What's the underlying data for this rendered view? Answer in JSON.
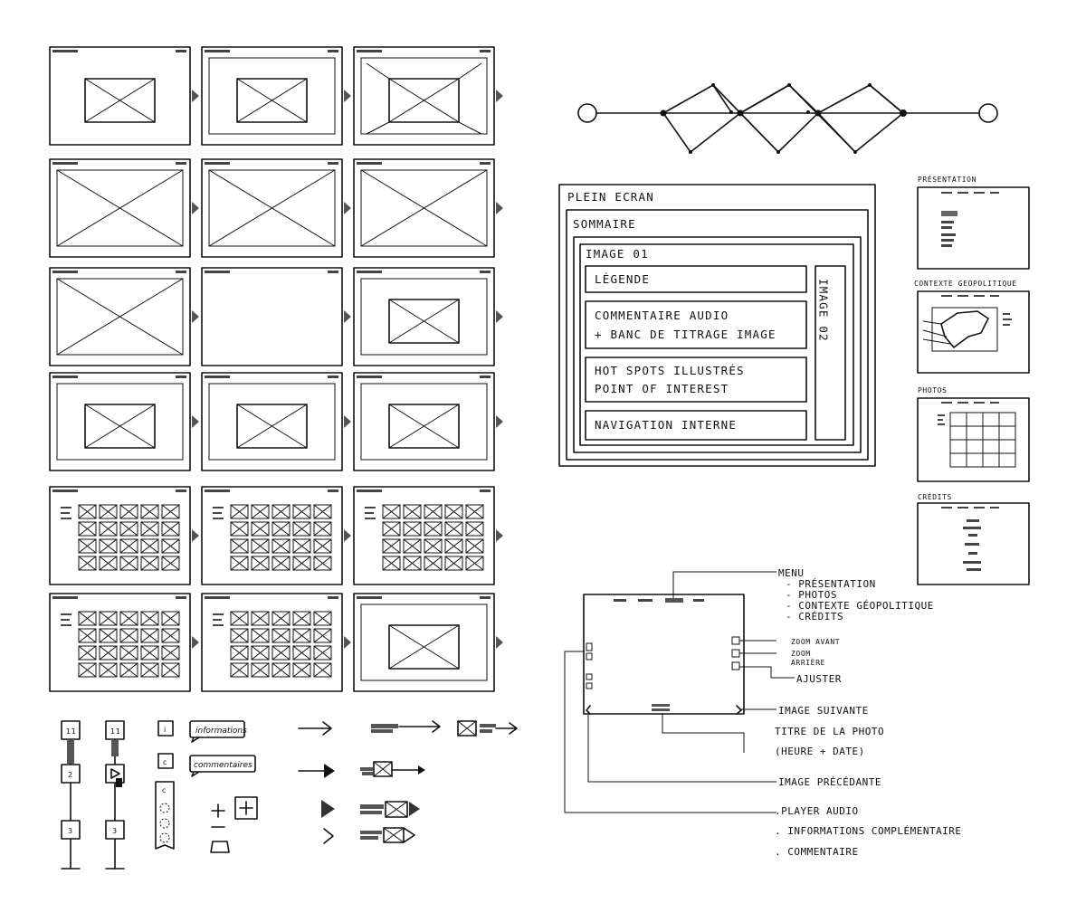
{
  "plein_ecran": {
    "title": "PLEIN ECRAN",
    "sommaire": "SOMMAIRE",
    "image_01": "IMAGE 01",
    "legende": "LÉGENDE",
    "commentaire_line1": "COMMENTAIRE AUDIO",
    "commentaire_line2": "+ BANC DE TITRAGE IMAGE",
    "hotspots_line1": "HOT SPOTS ILLUSTRÉS",
    "hotspots_line2": "POINT OF INTEREST",
    "navigation": "NAVIGATION INTERNE",
    "image_02": "IMAGE 02"
  },
  "thumbnails": {
    "presentation": "PRÉSENTATION",
    "contexte": "CONTEXTE GEOPOLITIQUE",
    "photos": "PHOTOS",
    "credits": "CRÉDITS"
  },
  "annotations": {
    "menu": "MENU",
    "menu_items": [
      "- PRÉSENTATION",
      "- PHOTOS",
      "- CONTEXTE GÉOPOLITIQUE",
      "- CRÉDITS"
    ],
    "zoom_avant": "ZOOM AVANT",
    "zoom_arriere_1": "ZOOM",
    "zoom_arriere_2": "ARRIÈRE",
    "ajuster": "AJUSTER",
    "image_suivante": "IMAGE SUIVANTE",
    "titre_photo": "TITRE DE LA PHOTO",
    "heure_date": "(HEURE + DATE)",
    "image_precedante": "IMAGE PRÉCÉDANTE",
    "player_audio": ".PLAYER AUDIO",
    "informations": ". INFORMATIONS COMPLÉMENTAIRE",
    "commentaire": ". COMMENTAIRE"
  },
  "legend_bottom": {
    "informations_label": "informations",
    "commentaires_label": "commentaires",
    "i_icon": "i",
    "c_icon": "c",
    "step_11a": "11",
    "step_2": "2",
    "step_3a": "3",
    "step_11b": "11",
    "step_3b": "3"
  }
}
